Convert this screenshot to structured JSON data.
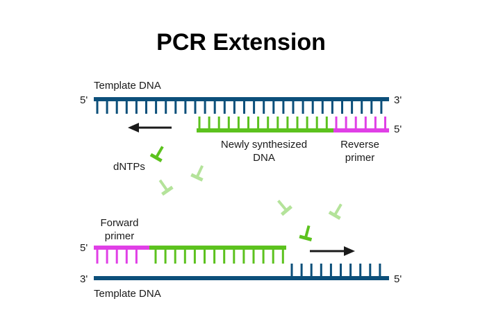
{
  "title": "PCR Extension",
  "top_strand": {
    "label": "Template DNA",
    "left_end": "5'",
    "right_end": "3'",
    "primer_end": "5'",
    "new_dna_label_line1": "Newly synthesized",
    "new_dna_label_line2": "DNA",
    "primer_label_line1": "Reverse",
    "primer_label_line2": "primer"
  },
  "bottom_strand": {
    "label": "Template DNA",
    "left_end": "3'",
    "right_end": "5'",
    "primer_end": "5'",
    "primer_label_line1": "Forward",
    "primer_label_line2": "primer"
  },
  "dntps_label": "dNTPs",
  "colors": {
    "template": "#0c4f7a",
    "new_dna": "#5cc21e",
    "primer": "#e03fe6",
    "dntp_dark": "#5cc21e",
    "dntp_light": "#b4e39a",
    "arrow": "#1a1a1a"
  },
  "icons": [
    "arrow-left-icon",
    "arrow-right-icon",
    "dntp-icon"
  ]
}
